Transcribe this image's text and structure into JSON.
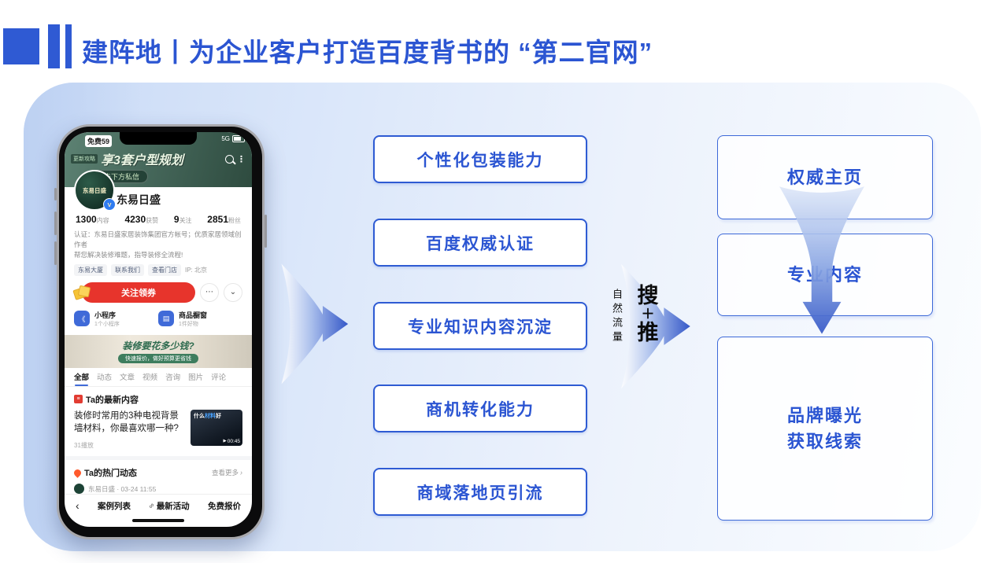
{
  "title": {
    "text": "建阵地丨为企业客户打造百度背书的 “第二官网”"
  },
  "colors": {
    "title_blue": "#2b55d2",
    "box_border_blue": "#2e5bd3",
    "arrow_blue": "#3558c8",
    "baidu_red": "#e7342c",
    "service_icon_blue": "#3f6ad8",
    "header_green": "#46685b",
    "panel_blue": "#c9daf6"
  },
  "icons": {
    "dots": "⋮",
    "chat": "⋯",
    "chevron_down": "⌄",
    "back": "‹",
    "more_arrow": "›",
    "play": "▶",
    "link": "∞",
    "doc": "≡",
    "miniapp": "《",
    "shop": "▤"
  },
  "phone": {
    "status": {
      "network": "5G"
    },
    "header": {
      "free_tag": "免费59",
      "update_tag": "更新攻略",
      "headline": "享3套户型规划",
      "cta_pill": "点击下方私信"
    },
    "profile": {
      "avatar_text": "东易日盛",
      "verified_mark": "V",
      "name": "东易日盛",
      "stats": [
        {
          "value": "1300",
          "label": "内容"
        },
        {
          "value": "4230",
          "label": "获赞"
        },
        {
          "value": "9",
          "label": "关注"
        },
        {
          "value": "2851",
          "label": "粉丝"
        }
      ],
      "auth_line1": "认证：东易日盛家居装饰集团官方帐号；优质家居领域创作者",
      "auth_line2": "帮您解决装修难题，指导装修全流程!",
      "chips": [
        "东易大厦",
        "联系我们",
        "查看门店"
      ],
      "ip": "IP: 北京",
      "follow_button": "关注领券"
    },
    "services": [
      {
        "title": "小程序",
        "sub": "1个小程序"
      },
      {
        "title": "商品橱窗",
        "sub": "1件好物"
      }
    ],
    "banner": {
      "title": "装修要花多少钱?",
      "sub": "快速报价，做好预算更省钱"
    },
    "tabs": [
      "全部",
      "动态",
      "文章",
      "视频",
      "咨询",
      "图片",
      "评论"
    ],
    "latest": {
      "section": "Ta的最新内容",
      "text": "装修时常用的3种电视背景墙材料，你最喜欢哪一种?",
      "plays": "31播放",
      "thumb_text_1": "什么",
      "thumb_text_2": "材料",
      "thumb_text_3": "好",
      "duration": "00:45"
    },
    "hot": {
      "section": "Ta的热门动态",
      "more": "查看更多",
      "author": "东易日盛 · 03-24 11:55"
    },
    "bottom_bar": [
      "案例列表",
      "最新活动",
      "免费报价"
    ]
  },
  "middle_boxes": [
    {
      "label": "个性化包装能力"
    },
    {
      "label": "百度权威认证"
    },
    {
      "label": "专业知识内容沉淀"
    },
    {
      "label": "商机转化能力"
    },
    {
      "label": "商域落地页引流"
    }
  ],
  "flow": {
    "side_label": "自然流量",
    "char_top": "搜",
    "char_mid": "＋",
    "char_bottom": "推"
  },
  "right_boxes": {
    "box1": "权威主页",
    "box2": "专业内容",
    "box3_line1": "品牌曝光",
    "box3_line2": "获取线索"
  }
}
